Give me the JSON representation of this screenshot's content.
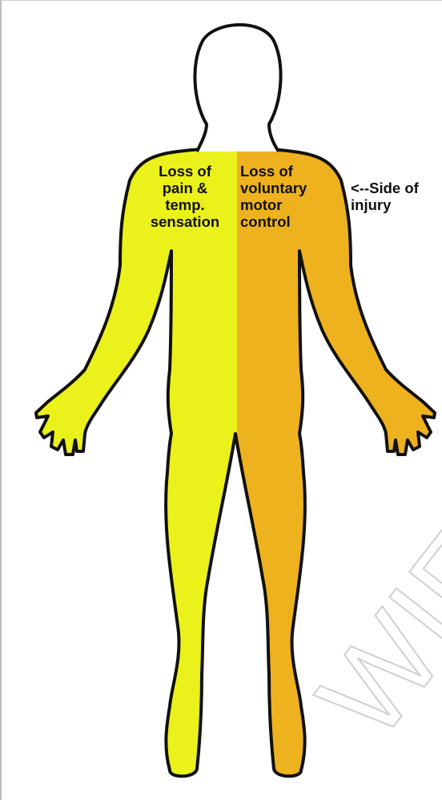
{
  "labels": {
    "left_side": "Loss of\npain &\ntemp.\nsensation",
    "right_side": "Loss of\nvoluntary\nmotor\ncontrol",
    "injury_side": "<--Side of\ninjury"
  },
  "colors": {
    "left_fill": "#ebf11b",
    "right_fill": "#eeb21e",
    "outline": "#111111",
    "watermark": "#cfcfcf"
  },
  "watermark": {
    "text": "WIF"
  }
}
